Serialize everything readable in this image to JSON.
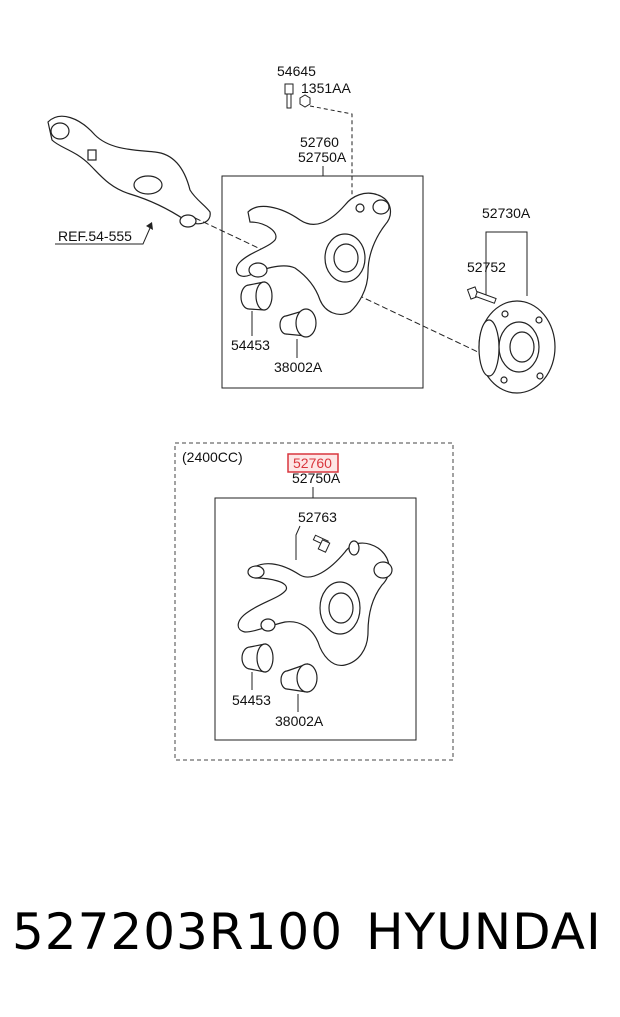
{
  "diagram": {
    "top_group": {
      "bolt_label": "54645",
      "nut_label": "1351AA",
      "knuckle_label_1": "52760",
      "knuckle_label_2": "52750A",
      "ref_label": "REF.54-555",
      "hub_label": "52730A",
      "hub_bolt_label": "52752",
      "bushing_label": "54453",
      "bushing2_label": "38002A"
    },
    "bottom_group": {
      "variant_label": "(2400CC)",
      "highlight_label": "52760",
      "knuckle_label": "52750A",
      "bolt_label": "52763",
      "bushing_label": "54453",
      "bushing2_label": "38002A"
    },
    "colors": {
      "highlight": "#d9363e",
      "highlight_fill": "#fde6e6",
      "line": "#222222"
    }
  },
  "footer": {
    "part_number": "527203R100",
    "brand": "HYUNDAI"
  }
}
